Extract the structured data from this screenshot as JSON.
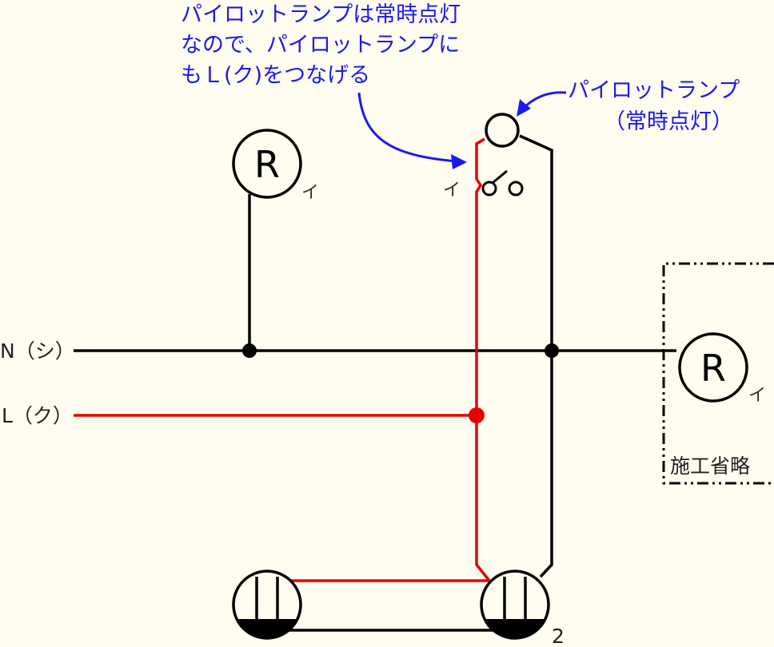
{
  "annotations": {
    "note_line1": "パイロットランプは常時点灯",
    "note_line2": "なので、パイロットランプに",
    "note_line3": "もＬ(ク)をつなげる",
    "pilot_label_line1": "パイロットランプ",
    "pilot_label_line2": "（常時点灯）"
  },
  "wires": {
    "neutral_label": "N（シ）",
    "line_label": "L（ク）"
  },
  "fixtures": {
    "light_symbol": "R",
    "light_left_switch_id": "イ",
    "light_right_switch_id": "イ",
    "switch_id": "イ",
    "junction_count": "2"
  },
  "omitted_box_label": "施工省略",
  "colors": {
    "background": "#fffcf0",
    "black_wire": "#000000",
    "red_wire": "#e60000",
    "annotation": "#1a1aee"
  }
}
